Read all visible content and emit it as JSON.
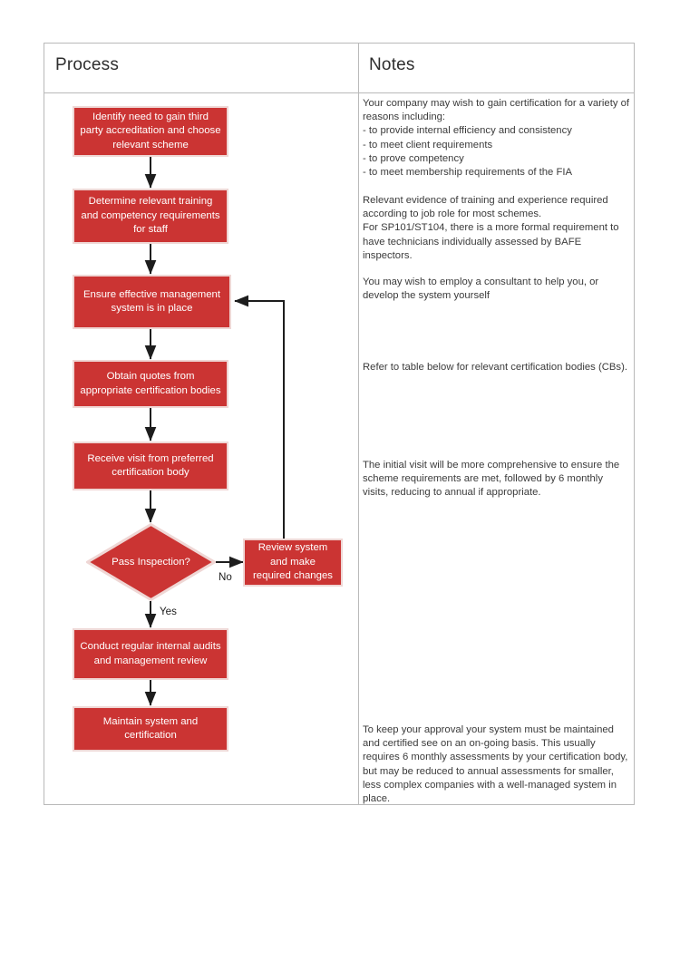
{
  "table": {
    "columns": [
      {
        "id": "process",
        "header": "Process"
      },
      {
        "id": "notes",
        "header": "Notes"
      }
    ]
  },
  "flowchart": {
    "nodes": [
      {
        "id": "identify",
        "type": "process",
        "label": "Identify need to gain third party accreditation and choose relevant scheme"
      },
      {
        "id": "determine",
        "type": "process",
        "label": "Determine relevant training and competency requirements for staff"
      },
      {
        "id": "ensure",
        "type": "process",
        "label": "Ensure effective management system is in place"
      },
      {
        "id": "quotes",
        "type": "process",
        "label": "Obtain quotes from appropriate certification bodies"
      },
      {
        "id": "visit",
        "type": "process",
        "label": "Receive visit from preferred certification body"
      },
      {
        "id": "pass",
        "type": "decision",
        "label": "Pass Inspection?"
      },
      {
        "id": "review",
        "type": "process",
        "label": "Review system and make required changes"
      },
      {
        "id": "audits",
        "type": "process",
        "label": "Conduct regular internal audits and management review"
      },
      {
        "id": "maintain",
        "type": "process",
        "label": "Maintain system and certification"
      }
    ],
    "edge_labels": [
      {
        "id": "no",
        "label": "No"
      },
      {
        "id": "yes",
        "label": "Yes"
      }
    ],
    "colors": {
      "node_fill": "#CB3433",
      "node_border": "#EFD7D5",
      "node_text": "#FFFFFF",
      "connector": "#1d1d1d",
      "table_border": "#b9b9b9"
    }
  },
  "notes": [
    {
      "id": "note-reasons",
      "text": "Your company may wish to gain certification for a variety of reasons including:\n - to provide internal efficiency and consistency\n - to meet client requirements\n - to prove competency\n - to meet membership requirements of the FIA"
    },
    {
      "id": "note-training",
      "text": "Relevant evidence of training and experience required according to job role for most schemes.\nFor SP101/ST104, there is a more formal requirement to have technicians individually assessed by BAFE inspectors."
    },
    {
      "id": "note-consultant",
      "text": "You may wish to employ a consultant to help you, or develop the system yourself"
    },
    {
      "id": "note-cbs",
      "text": "Refer to table below for relevant certification bodies (CBs)."
    },
    {
      "id": "note-initial-visit",
      "text": "The initial visit will be more comprehensive to ensure the scheme requirements are met, followed by 6 monthly visits, reducing to annual if appropriate."
    },
    {
      "id": "note-maintain",
      "text": "To keep your approval your system must be maintained and certified see on an on-going basis.  This usually requires 6 monthly assessments by your certification body, but may be reduced to annual assessments for smaller, less complex companies with a well-managed system in place."
    }
  ]
}
